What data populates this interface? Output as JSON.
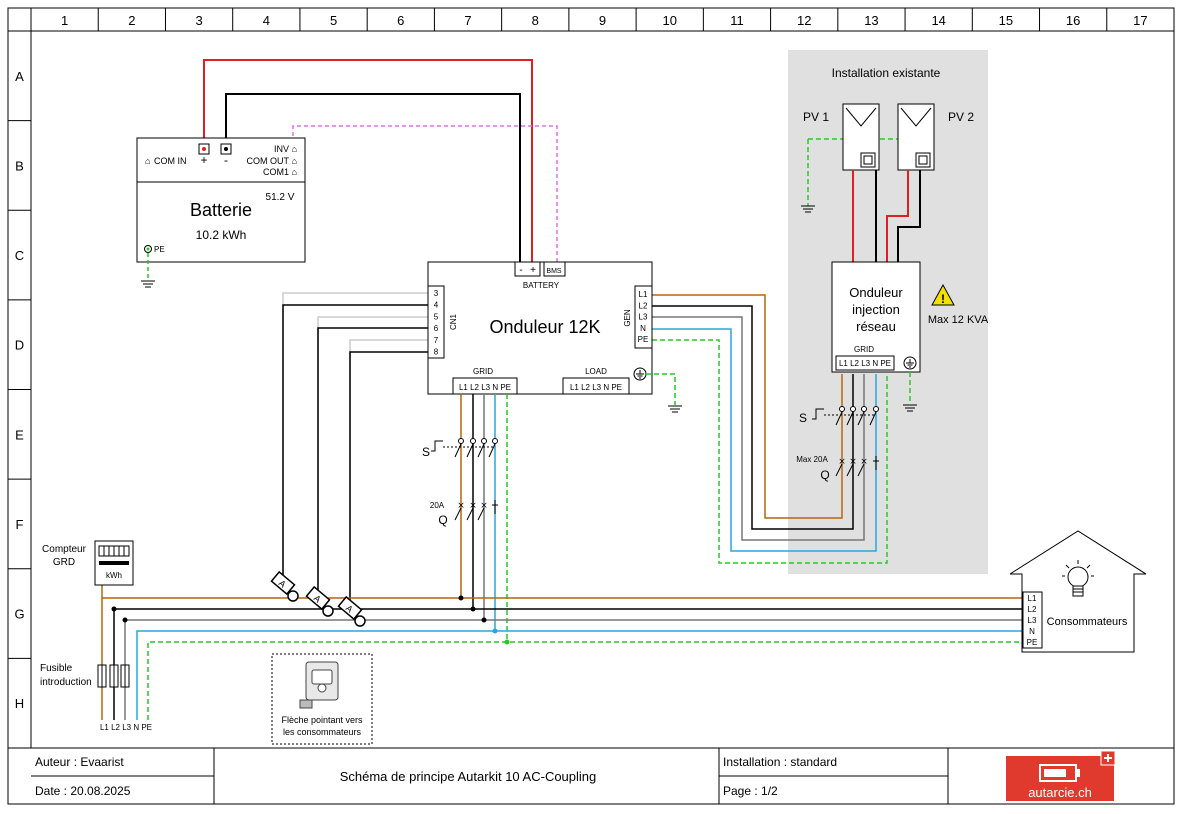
{
  "columns": [
    "1",
    "2",
    "3",
    "4",
    "5",
    "6",
    "7",
    "8",
    "9",
    "10",
    "11",
    "12",
    "13",
    "14",
    "15",
    "16",
    "17"
  ],
  "rows": [
    "A",
    "B",
    "C",
    "D",
    "E",
    "F",
    "G",
    "H"
  ],
  "battery": {
    "title": "Batterie",
    "capacity": "10.2 kWh",
    "voltage": "51.2 V",
    "com_in": "COM IN",
    "inv": "INV",
    "com_out": "COM OUT",
    "com1": "COM1",
    "pe": "PE",
    "plus": "+",
    "minus": "-"
  },
  "inverter": {
    "title": "Onduleur 12K",
    "battery_label": "BATTERY",
    "battery_minus": "-",
    "battery_plus": "+",
    "bms": "BMS",
    "cn1": "CN1",
    "cn1_pins": [
      "3",
      "4",
      "5",
      "6",
      "7",
      "8"
    ],
    "gen": "GEN",
    "gen_pins": [
      "L1",
      "L2",
      "L3",
      "N",
      "PE"
    ],
    "grid_label": "GRID",
    "grid_pins": "L1 L2 L3 N PE",
    "load_label": "LOAD",
    "load_pins": "L1 L2 L3 N PE"
  },
  "existing": {
    "title": "Installation existante",
    "pv1": "PV 1",
    "pv2": "PV 2",
    "inverter_line1": "Onduleur",
    "inverter_line2": "injection",
    "inverter_line3": "réseau",
    "grid_label": "GRID",
    "grid_pins": "L1 L2 L3 N PE",
    "max_kva": "Max 12 KVA",
    "switch_s": "S",
    "max_amp": "Max 20A",
    "breaker_q": "Q"
  },
  "main_switch": {
    "s": "S",
    "amp": "20A",
    "q": "Q"
  },
  "meter": {
    "label_line1": "Compteur",
    "label_line2": "GRD",
    "unit": "kWh"
  },
  "fuse": {
    "label_line1": "Fusible",
    "label_line2": "introduction",
    "pins": "L1 L2 L3 N PE"
  },
  "consumers": {
    "title": "Consommateurs",
    "pins": [
      "L1",
      "L2",
      "L3",
      "N",
      "PE"
    ]
  },
  "ct_labels": [
    "A",
    "A",
    "A"
  ],
  "ct_note": {
    "line1": "Flèche pointant vers",
    "line2": "les consommateurs"
  },
  "footer": {
    "author": "Auteur : Evaarist",
    "date": "Date : 20.08.2025",
    "title": "Schéma de principe Autarkit 10 AC-Coupling",
    "installation": "Installation : standard",
    "page": "Page : 1/2",
    "logo": "autarcie.ch"
  },
  "colors": {
    "brown": "#b5650f",
    "black": "#000000",
    "grey": "#777777",
    "blue": "#2aa6df",
    "green": "#22cc22",
    "red": "#e02020",
    "pink": "#e070e0",
    "existing_bg": "#e0e0e0",
    "logo_red": "#e03a2e"
  }
}
